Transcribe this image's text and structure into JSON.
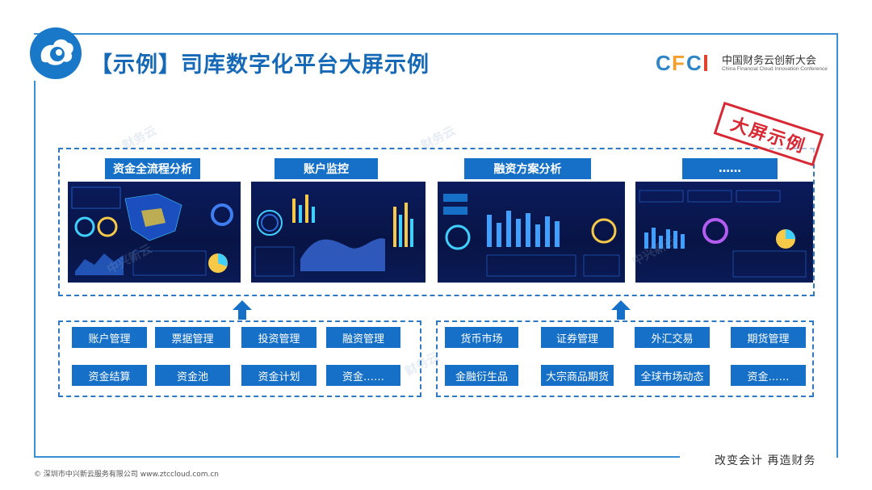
{
  "title": "【示例】司库数字化平台大屏示例",
  "logo": {
    "icon": "cloud-swirl-logo-icon",
    "brand_color": "#1a78c8"
  },
  "conference": {
    "mark": "CFCI",
    "name_cn": "中国财务云创新大会",
    "name_en": "China Financial Cloud Innovation Conference"
  },
  "stamp": "大屏示例",
  "screens": [
    {
      "label": "资金全流程分析"
    },
    {
      "label": "账户监控"
    },
    {
      "label": "融资方案分析"
    },
    {
      "label": "……"
    }
  ],
  "left_functions": [
    [
      "账户管理",
      "票据管理",
      "投资管理",
      "融资管理"
    ],
    [
      "资金结算",
      "资金池",
      "资金计划",
      "资金……"
    ]
  ],
  "right_functions": [
    [
      "货币市场",
      "证券管理",
      "外汇交易",
      "期货管理"
    ],
    [
      "金融衍生品",
      "大宗商品期货",
      "全球市场动态",
      "资金……"
    ]
  ],
  "watermark": {
    "cn": "中兴新云",
    "brand": "财务云"
  },
  "footer": {
    "copyright": "© 深圳市中兴新云服务有限公司  www.ztccloud.com.cn",
    "slogan": "改变会计  再造财务"
  },
  "colors": {
    "accent": "#1670c7",
    "frame": "#3a8fd6",
    "stamp": "#d72833",
    "screen_bg": "#0b1b5c"
  }
}
